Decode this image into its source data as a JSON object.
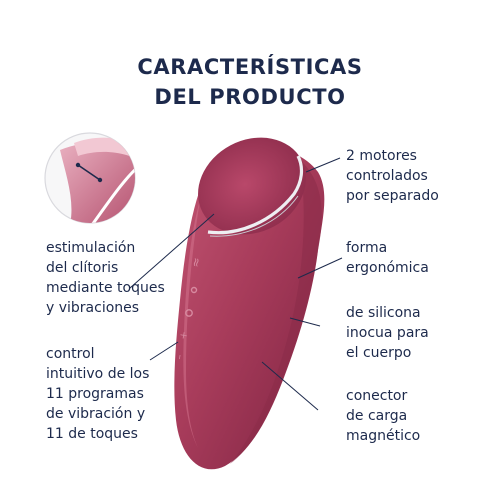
{
  "title": {
    "line1": "CARACTERÍSTICAS",
    "line2": "DEL PRODUCTO"
  },
  "features": {
    "motors": [
      "2 motores",
      "controlados",
      "por separado"
    ],
    "shape": [
      "forma",
      "ergonómica"
    ],
    "material": [
      "de silicona",
      "inocua para",
      "el cuerpo"
    ],
    "charger": [
      "conector",
      "de carga",
      "magnético"
    ],
    "stimulation": [
      "estimulación",
      "del clítoris",
      "mediante toques",
      "y vibraciones"
    ],
    "control": [
      "control",
      "intuitivo de los",
      "11 programas",
      "de vibración y",
      "11 de toques"
    ]
  },
  "colors": {
    "text": "#1d2a4c",
    "device": "#a63c5a",
    "device_dark": "#7f2440",
    "device_light": "#c75a78",
    "ring": "#e6e6ea",
    "line": "#1d2a4c"
  }
}
